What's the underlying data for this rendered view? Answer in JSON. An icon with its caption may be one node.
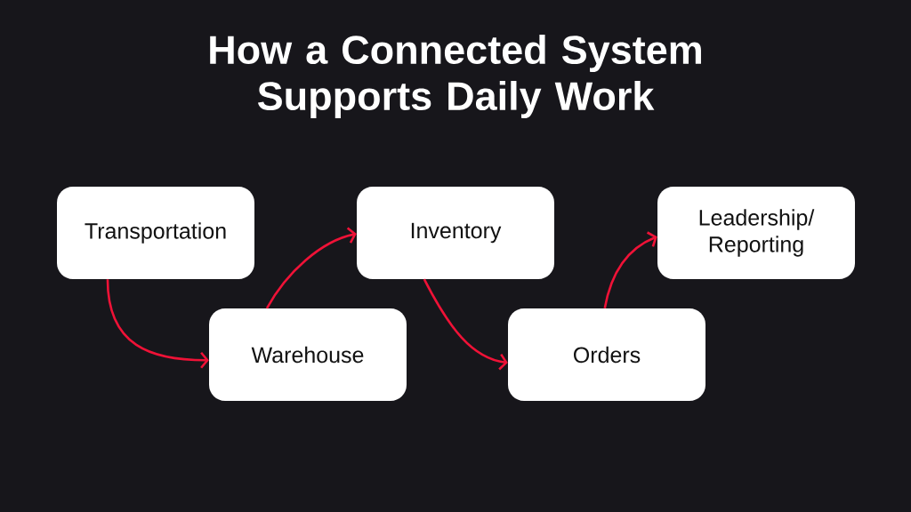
{
  "diagram": {
    "title": "How a Connected System Supports Daily Work",
    "nodes": [
      {
        "text": [
          "Transportation"
        ]
      },
      {
        "text": [
          "Warehouse"
        ]
      },
      {
        "text": [
          "Inventory"
        ]
      },
      {
        "text": [
          "Orders"
        ]
      },
      {
        "text": [
          "Leadership/ Reporting"
        ]
      }
    ],
    "edges": [
      {
        "from": 0,
        "to": 1,
        "arrow": "to"
      },
      {
        "from": 1,
        "to": 2,
        "arrow": "to"
      },
      {
        "from": 2,
        "to": 3,
        "arrow": "to"
      },
      {
        "from": 3,
        "to": 4,
        "arrow": "to"
      }
    ]
  }
}
